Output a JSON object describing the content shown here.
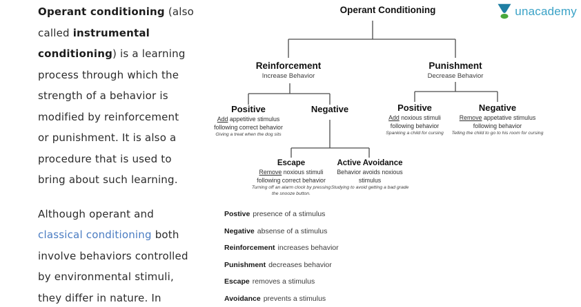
{
  "colors": {
    "link": "#4a7cc2",
    "logo_wordmark": "#3aa2c6",
    "logo_icon_top": "#1f7fa3",
    "logo_icon_base": "#4aa83c",
    "connector": "#4a4a4a"
  },
  "logo": {
    "brand": "unacademy"
  },
  "article": {
    "p1": {
      "l1": {
        "bold": "Operant conditioning",
        "rest": " (also"
      },
      "l2": {
        "pre": "called ",
        "bold": "instrumental"
      },
      "l3": {
        "bold": "conditioning",
        "rest": ") is a learning"
      },
      "l4": "process through which the",
      "l5": "strength of a behavior is",
      "l6": "modified by reinforcement",
      "l7": "or punishment. It is also a",
      "l8": "procedure that is used to",
      "l9": "bring about such learning."
    },
    "p2": {
      "l1": "Although operant and",
      "l2": {
        "link": "classical conditioning",
        "rest": " both"
      },
      "l3": "involve behaviors controlled",
      "l4": "by environmental stimuli,",
      "l5": "they differ in nature. In"
    }
  },
  "diagram": {
    "title": "Operant Conditioning",
    "reinforcement": {
      "label": "Reinforcement",
      "sub": "Increase Behavior"
    },
    "punishment": {
      "label": "Punishment",
      "sub": "Decrease Behavior"
    },
    "reinforcement_positive": {
      "label": "Positive",
      "u": "Add",
      "d1": " appetitive stimulus",
      "d2": "following correct behavior",
      "e1": "Giving a treat when the dog sits"
    },
    "reinforcement_negative": {
      "label": "Negative"
    },
    "escape": {
      "label": "Escape",
      "u": "Remove",
      "d1": " noxious stimuli",
      "d2": "following correct behavior",
      "e1": "Turning off an alarm clock by pressing",
      "e2": "the snooze button."
    },
    "active_avoidance": {
      "label": "Active Avoidance",
      "d1": "Behavior avoids noxious",
      "d2": "stimulus",
      "e1": "Studying to avoid getting a bad grade"
    },
    "punishment_positive": {
      "label": "Positive",
      "u": "Add",
      "d1": " noxious stimuli",
      "d2": "following behavior",
      "e1": "Spanking a child for cursing"
    },
    "punishment_negative": {
      "label": "Negative",
      "u": "Remove",
      "d1": " appetative stimulus",
      "d2": "following behavior",
      "e1": "Telling the child to go to his room for cursing"
    }
  },
  "glossary": [
    {
      "term": "Postive",
      "def": "presence of a stimulus"
    },
    {
      "term": "Negative",
      "def": "absense of a stimulus"
    },
    {
      "term": "Reinforcement",
      "def": "increases behavior"
    },
    {
      "term": "Punishment",
      "def": "decreases behavior"
    },
    {
      "term": "Escape",
      "def": "removes a stimulus"
    },
    {
      "term": "Avoidance",
      "def": "prevents a stimulus"
    }
  ]
}
